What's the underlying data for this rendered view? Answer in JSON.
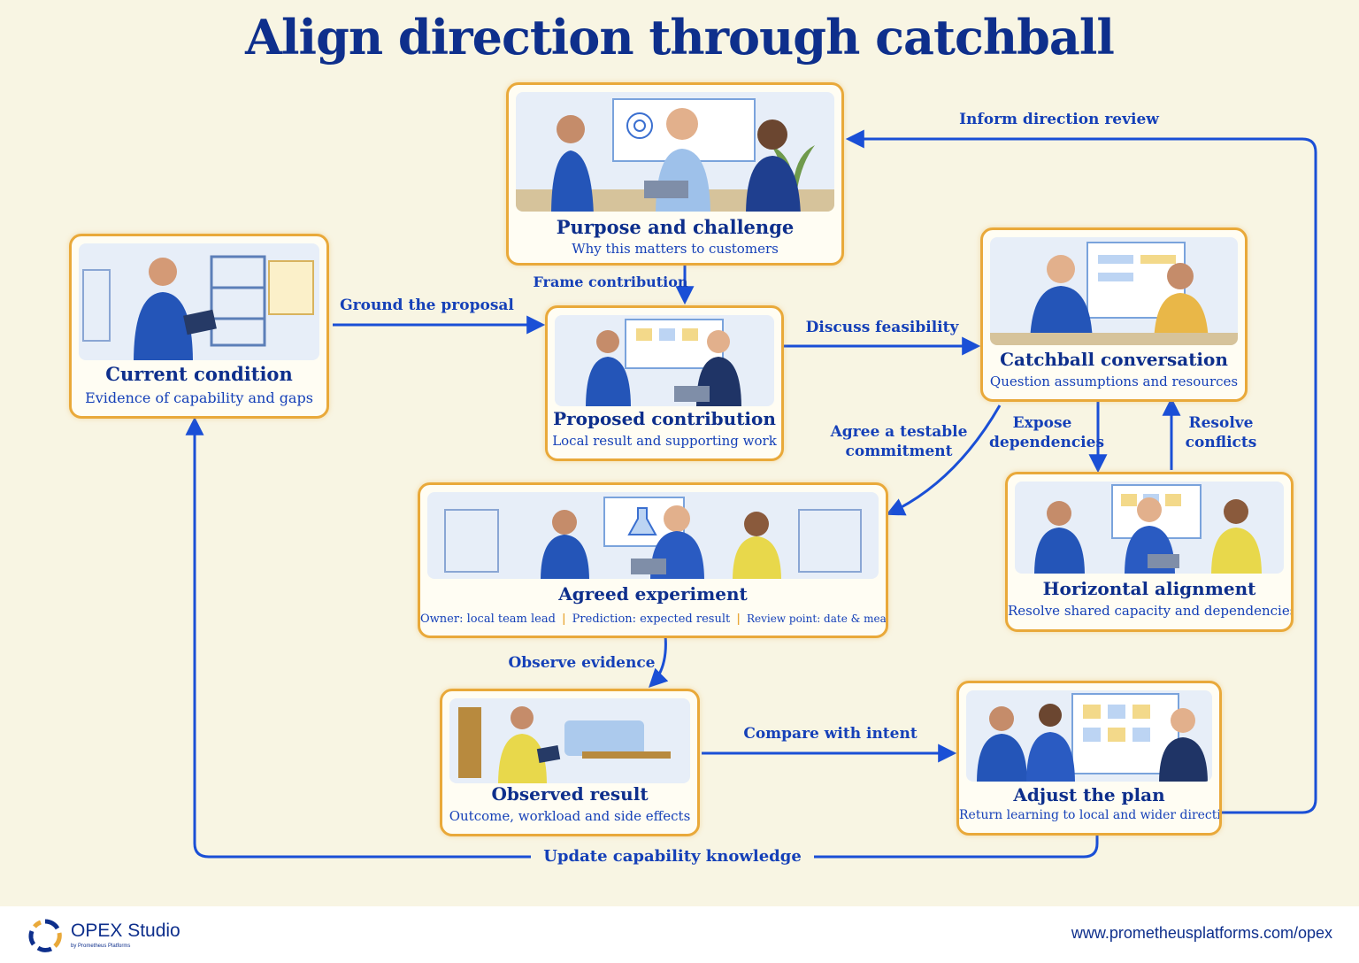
{
  "title": "Align direction through catchball",
  "cards": {
    "purpose": {
      "title": "Purpose and challenge",
      "subtitle": "Why this matters to customers"
    },
    "current": {
      "title": "Current condition",
      "subtitle": "Evidence of capability and gaps"
    },
    "proposed": {
      "title": "Proposed contribution",
      "subtitle": "Local result and supporting work"
    },
    "catchball": {
      "title": "Catchball conversation",
      "subtitle": "Question assumptions and resources"
    },
    "horizontal": {
      "title": "Horizontal alignment",
      "subtitle": "Resolve shared capacity and dependencies"
    },
    "experiment": {
      "title": "Agreed experiment",
      "owner": "Owner: local team lead",
      "prediction": "Prediction: expected result",
      "review": "Review point: date & measure"
    },
    "observed": {
      "title": "Observed result",
      "subtitle": "Outcome, workload and side effects"
    },
    "adjust": {
      "title": "Adjust the plan",
      "subtitle": "Return learning to local and wider direction"
    }
  },
  "edges": {
    "inform": "Inform direction review",
    "frame": "Frame contribution",
    "ground": "Ground the proposal",
    "discuss": "Discuss feasibility",
    "agree_1": "Agree a testable",
    "agree_2": "commitment",
    "expose_1": "Expose",
    "expose_2": "dependencies",
    "resolve_1": "Resolve",
    "resolve_2": "conflicts",
    "observe": "Observe evidence",
    "compare": "Compare with intent",
    "update": "Update capability knowledge"
  },
  "footer": {
    "brand": "OPEX Studio",
    "brand_sub": "by Prometheus Platforms",
    "url": "www.prometheusplatforms.com/opex"
  },
  "colors": {
    "accent": "#1a4fd6",
    "border": "#e9a93a",
    "title": "#0e2f8c",
    "background": "#f8f5e3"
  }
}
